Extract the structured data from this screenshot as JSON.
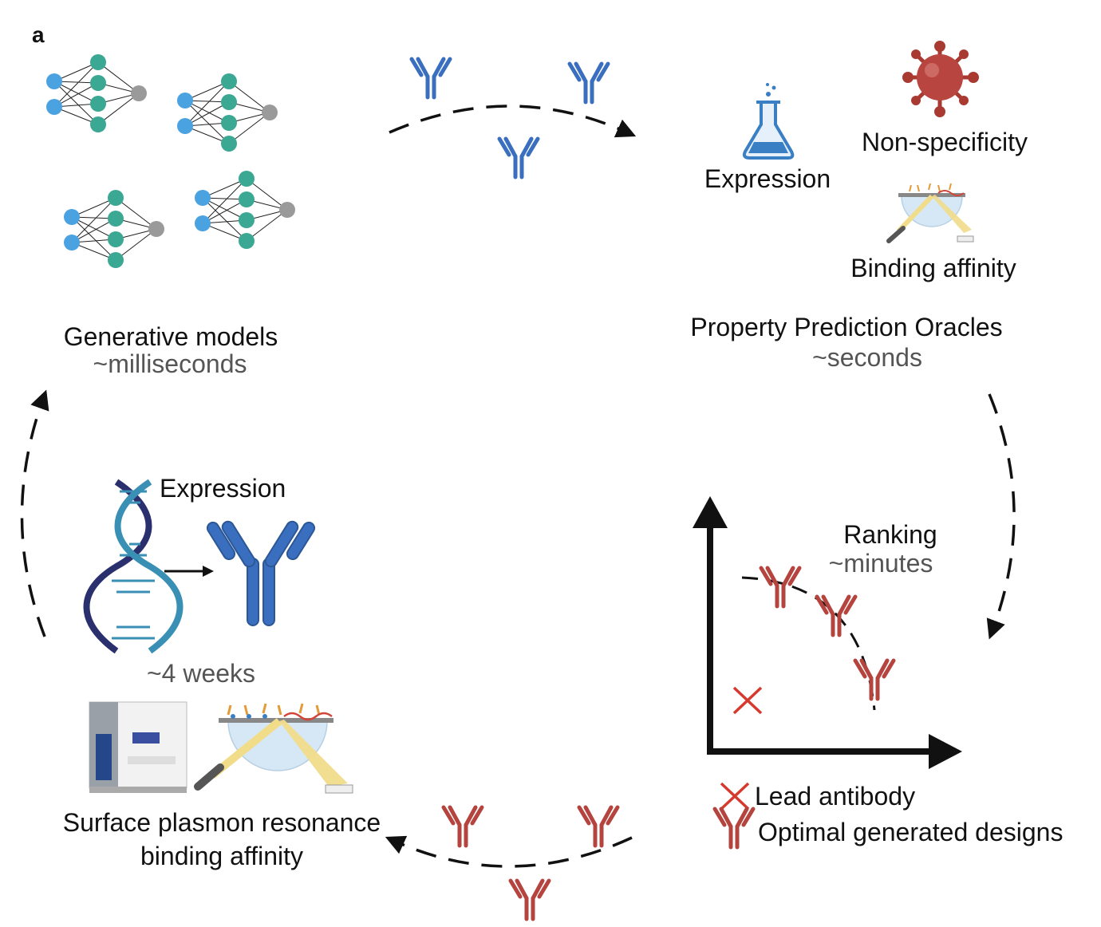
{
  "panel_label": "a",
  "stages": {
    "generative": {
      "title": "Generative models",
      "time": "~milliseconds"
    },
    "oracles": {
      "title": "Property Prediction Oracles",
      "time": "~seconds",
      "properties": {
        "expression": "Expression",
        "nonspecificity": "Non-specificity",
        "binding": "Binding affinity"
      }
    },
    "ranking": {
      "title": "Ranking",
      "time": "~minutes"
    },
    "lab": {
      "expression": "Expression",
      "time": "~4 weeks",
      "spr_line1": "Surface plasmon resonance",
      "spr_line2": "binding affinity"
    }
  },
  "legend": {
    "lead": "Lead antibody",
    "optimal": "Optimal generated designs"
  },
  "colors": {
    "antibody_blue": "#3a6fbf",
    "antibody_red": "#b5443f",
    "nn_input": "#4aa3e0",
    "nn_hidden": "#3aa892",
    "nn_output": "#9a9a9a",
    "virus": "#a83a32",
    "cross": "#d63a2f",
    "dna_dark": "#2a2f6e",
    "dna_light": "#3a8fb5"
  }
}
